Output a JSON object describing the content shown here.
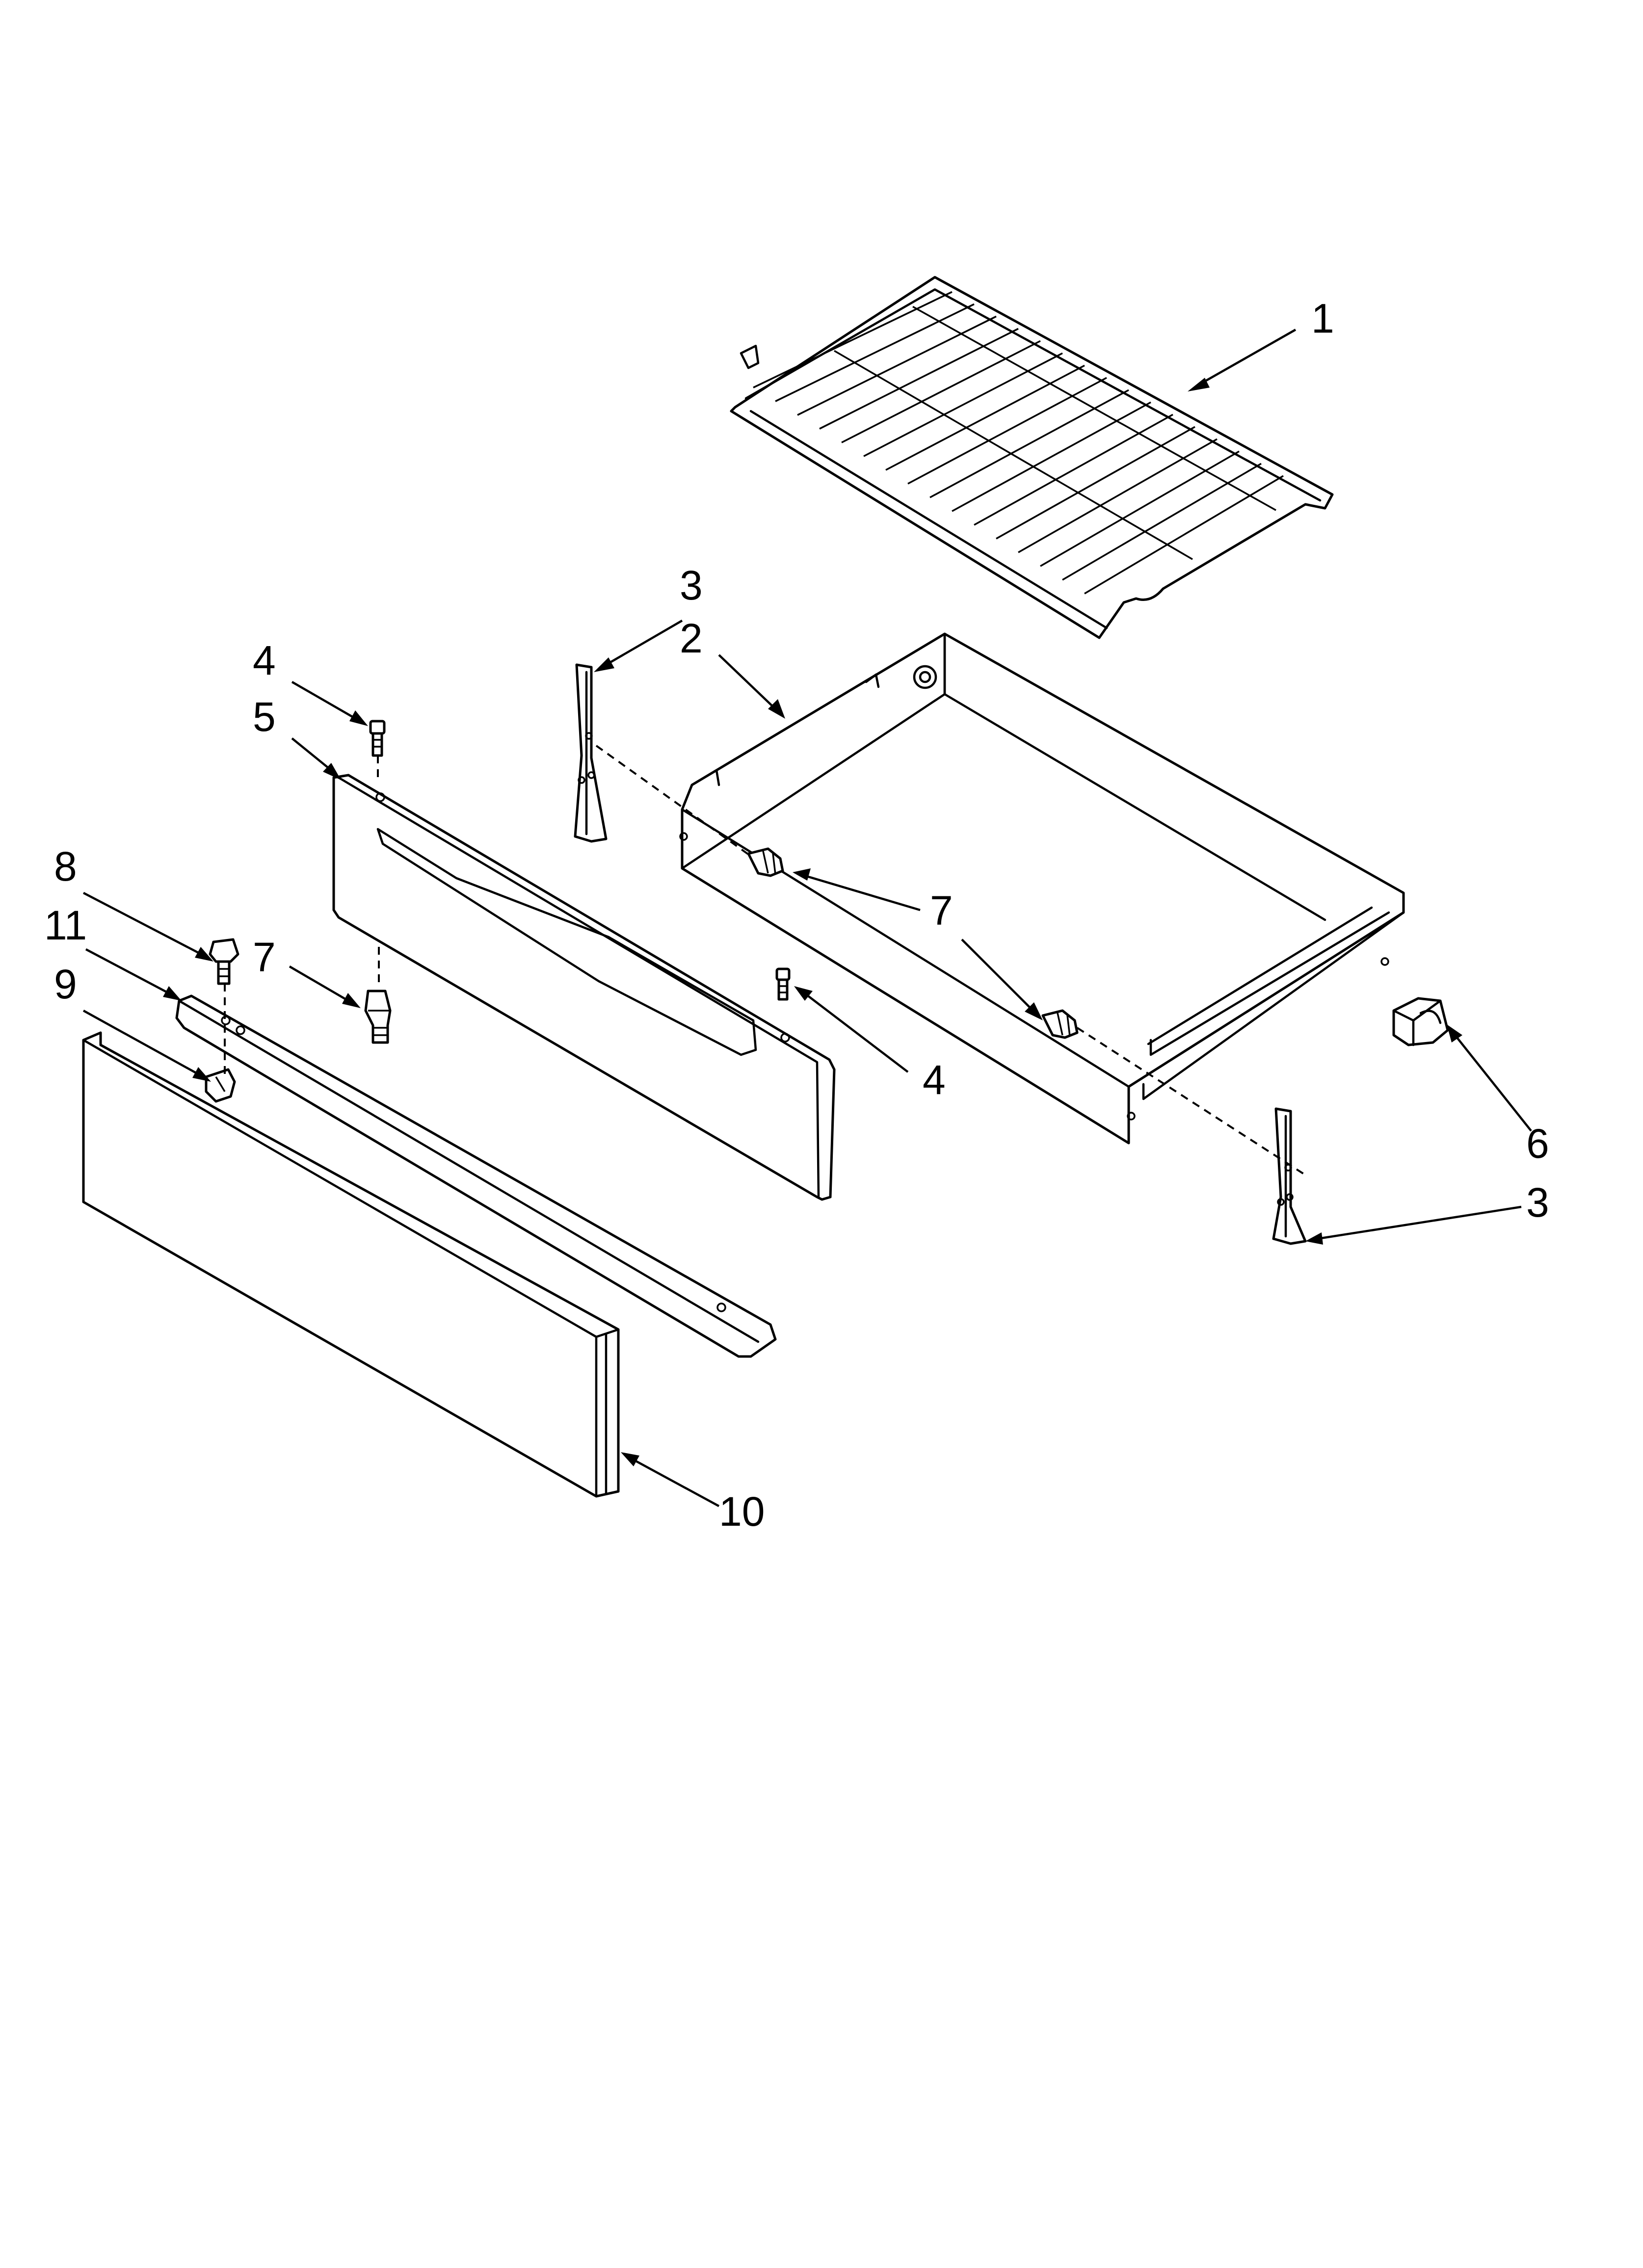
{
  "callouts": [
    {
      "id": "1",
      "text": "1"
    },
    {
      "id": "2",
      "text": "2"
    },
    {
      "id": "3a",
      "text": "3"
    },
    {
      "id": "3b",
      "text": "3"
    },
    {
      "id": "4a",
      "text": "4"
    },
    {
      "id": "4b",
      "text": "4"
    },
    {
      "id": "5",
      "text": "5"
    },
    {
      "id": "6",
      "text": "6"
    },
    {
      "id": "7a",
      "text": "7"
    },
    {
      "id": "7b",
      "text": "7"
    },
    {
      "id": "8",
      "text": "8"
    },
    {
      "id": "9",
      "text": "9"
    },
    {
      "id": "10",
      "text": "10"
    },
    {
      "id": "11",
      "text": "11"
    }
  ]
}
